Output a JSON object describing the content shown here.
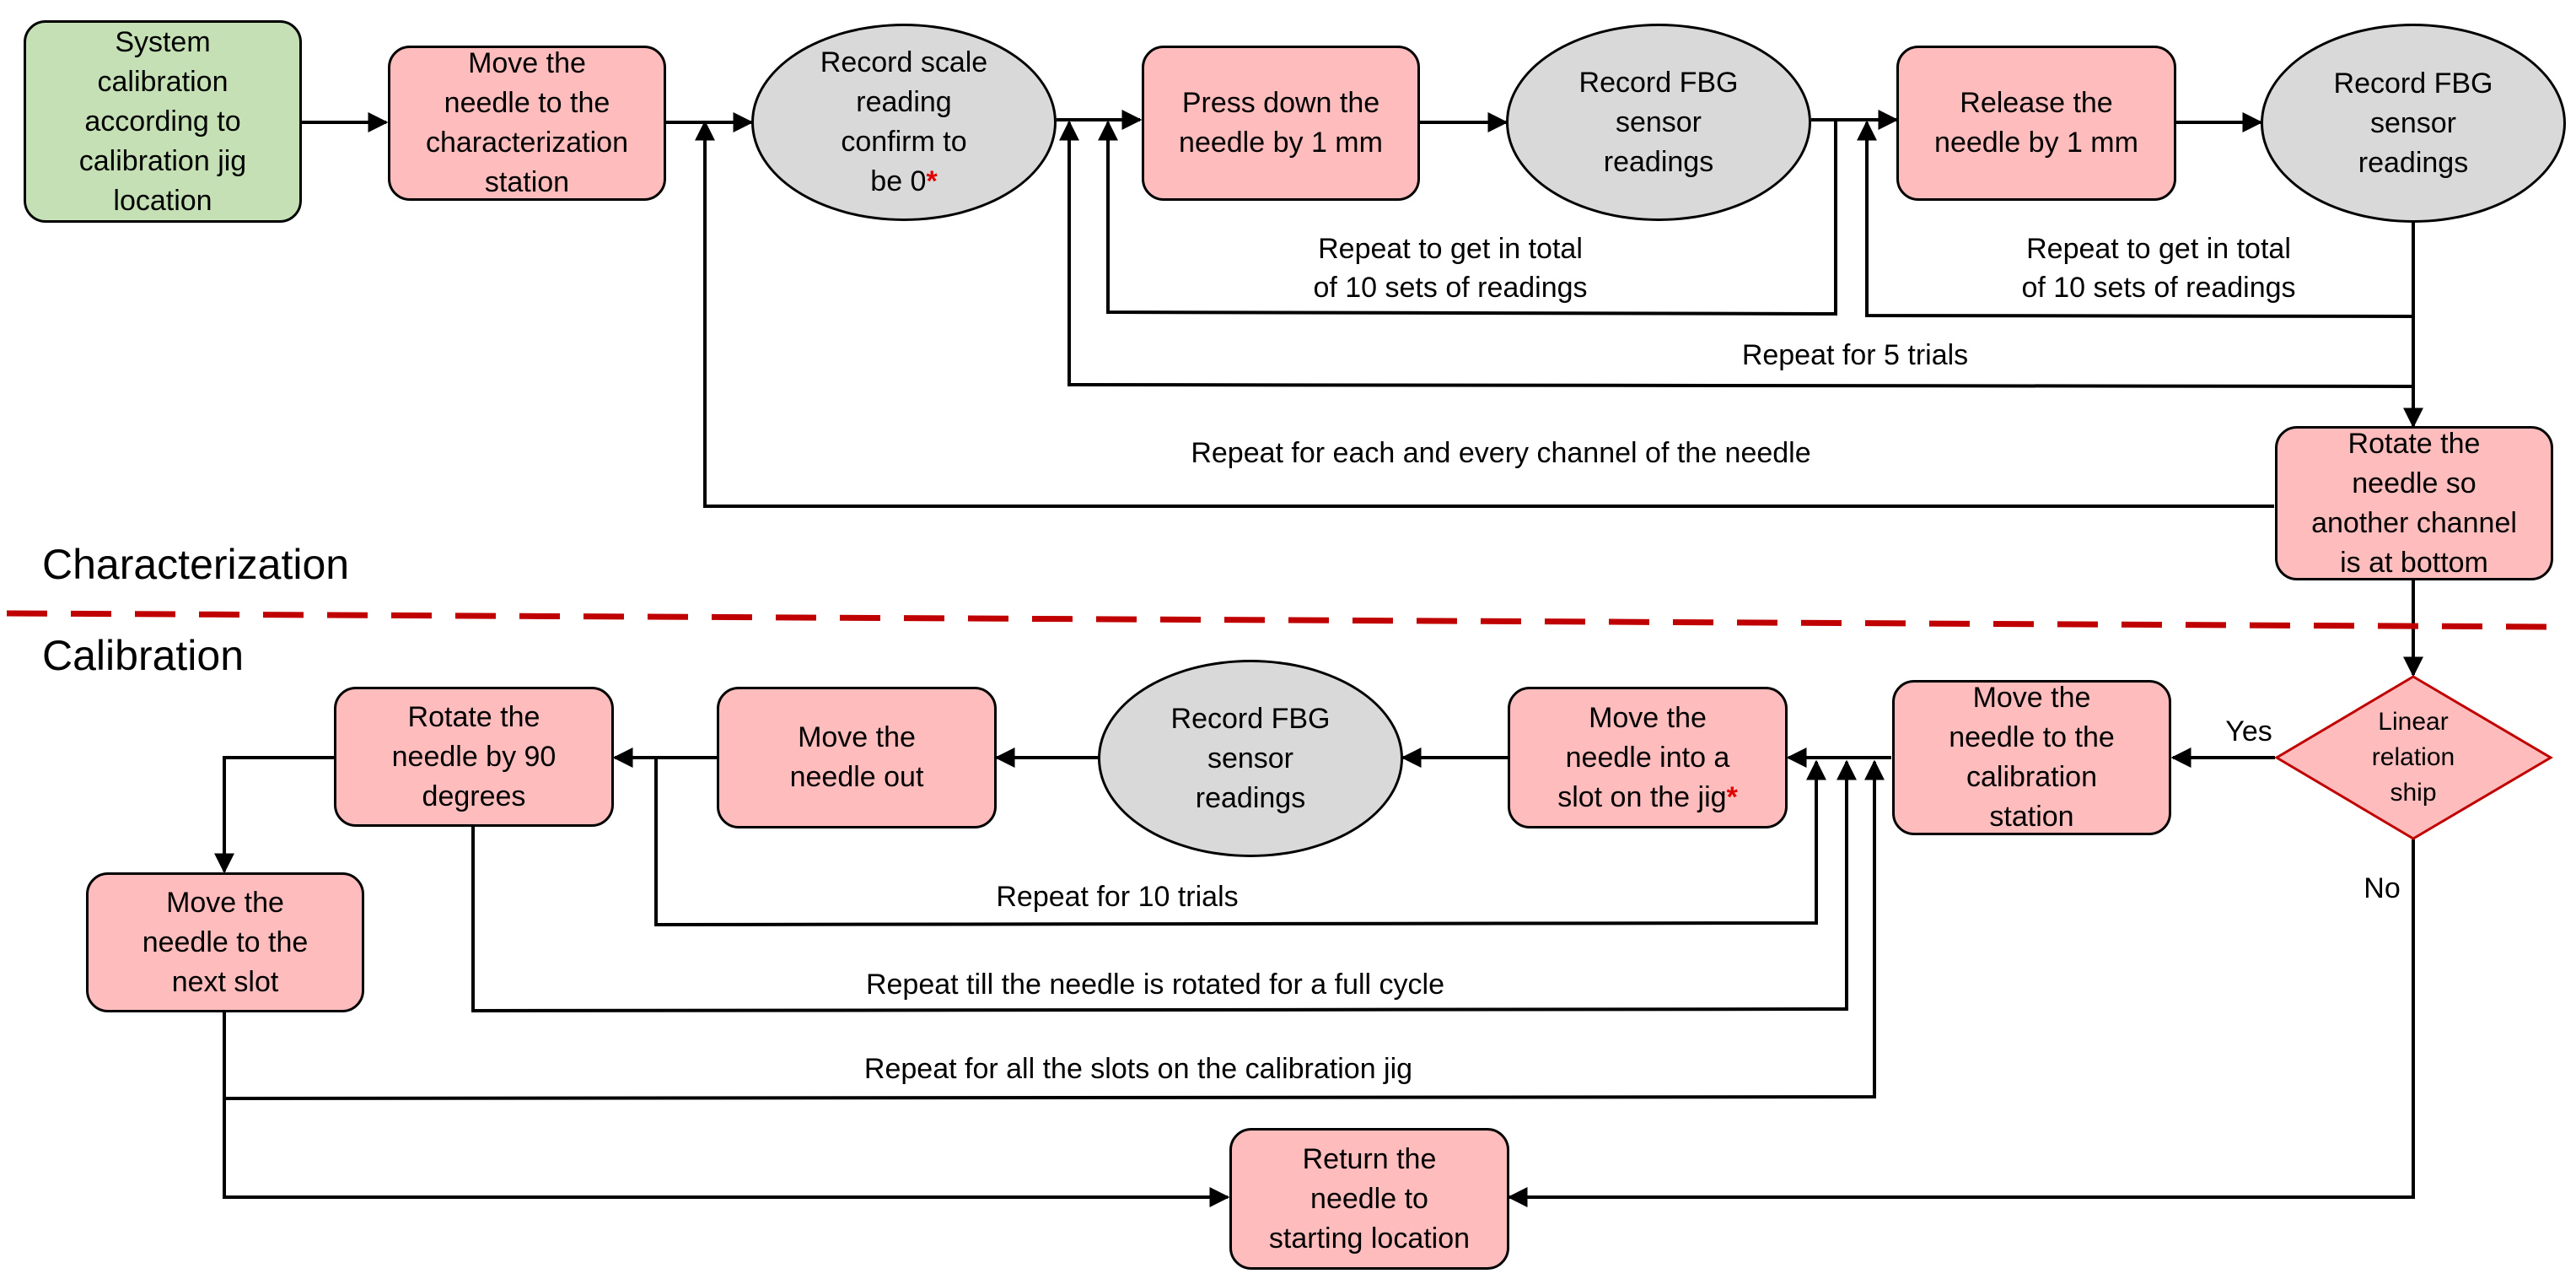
{
  "sections": {
    "top": "Characterization",
    "bottom": "Calibration"
  },
  "nodes": {
    "system_calibration": "System\ncalibration\naccording to\ncalibration jig\nlocation",
    "move_to_char_station": "Move the\nneedle to the\ncharacterization\nstation",
    "record_scale": "Record scale\nreading\nconfirm to\nbe 0",
    "press_down": "Press down the\nneedle by 1 mm",
    "record_fbg_1": "Record FBG\nsensor\nreadings",
    "release": "Release the\nneedle by 1 mm",
    "record_fbg_2": "Record FBG\nsensor\nreadings",
    "rotate_channel": "Rotate the\nneedle so\nanother channel\nis at bottom",
    "linear_relationship": "Linear\nrelation\nship",
    "move_to_cal_station": "Move the\nneedle to the\ncalibration\nstation",
    "move_into_slot": "Move the\nneedle into a\nslot on the jig",
    "record_fbg_3": "Record FBG\nsensor\nreadings",
    "move_out": "Move the\nneedle out",
    "rotate_90": "Rotate the\nneedle by 90\ndegrees",
    "move_next_slot": "Move the\nneedle to the\nnext slot",
    "return_start": "Return the\nneedle to\nstarting location"
  },
  "asterisk": "*",
  "labels": {
    "repeat_10_sets_a": "Repeat to get in total\nof 10 sets of readings",
    "repeat_10_sets_b": "Repeat to get in total\nof 10 sets of readings",
    "repeat_5_trials": "Repeat for 5 trials",
    "repeat_each_channel": "Repeat for each and every channel of the needle",
    "yes": "Yes",
    "no": "No",
    "repeat_10_trials": "Repeat for 10 trials",
    "repeat_full_cycle": "Repeat till the needle is rotated for a full cycle",
    "repeat_all_slots": "Repeat for all the slots on the calibration jig"
  },
  "colors": {
    "process": "#ffbcbc",
    "start": "#c5e0b4",
    "record": "#d9d9d9",
    "divider": "#c00000",
    "asterisk": "#e00000"
  }
}
